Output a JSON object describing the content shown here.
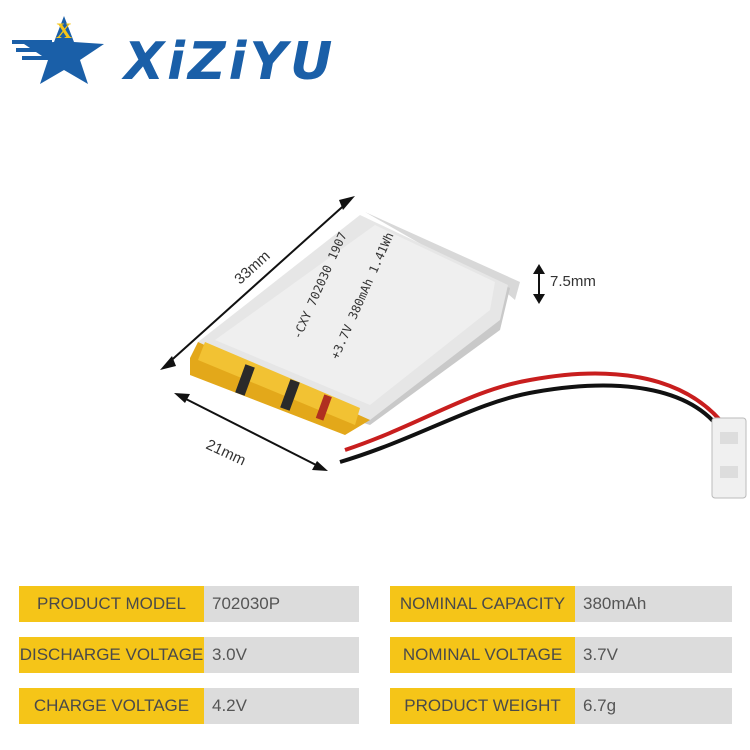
{
  "brand": {
    "name": "XiZiYU",
    "logo_letter": "X",
    "colors": {
      "primary": "#1a5fa8",
      "accent": "#f5c518"
    }
  },
  "dimensions": {
    "length": "33mm",
    "width": "21mm",
    "thickness": "7.5mm"
  },
  "battery_label": {
    "line1": "-CXY 702030 1907",
    "line2": "+3.7V 380mAh 1.41Wh"
  },
  "specs": [
    {
      "label": "PRODUCT MODEL",
      "value": "702030P"
    },
    {
      "label": "NOMINAL CAPACITY",
      "value": "380mAh"
    },
    {
      "label": "DISCHARGE VOLTAGE",
      "value": "3.0V"
    },
    {
      "label": "NOMINAL VOLTAGE",
      "value": "3.7V"
    },
    {
      "label": "CHARGE VOLTAGE",
      "value": "4.2V"
    },
    {
      "label": "PRODUCT WEIGHT",
      "value": "6.7g"
    }
  ]
}
